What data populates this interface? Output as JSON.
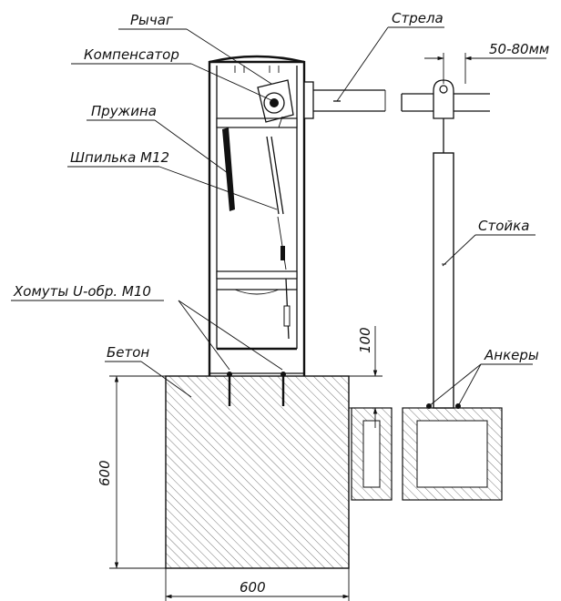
{
  "labels": {
    "lever": "Рычаг",
    "compensator": "Компенсатор",
    "spring": "Пружина",
    "stud": "Шпилька М12",
    "clamps": "Хомуты U-обр. М10",
    "concrete": "Бетон",
    "boom": "Стрела",
    "gap": "50-80мм",
    "post": "Стойка",
    "anchors": "Анкеры"
  },
  "dimensions": {
    "depth": "100",
    "height": "600",
    "width": "600"
  },
  "colors": {
    "ink": "#111111",
    "paper": "#ffffff"
  }
}
